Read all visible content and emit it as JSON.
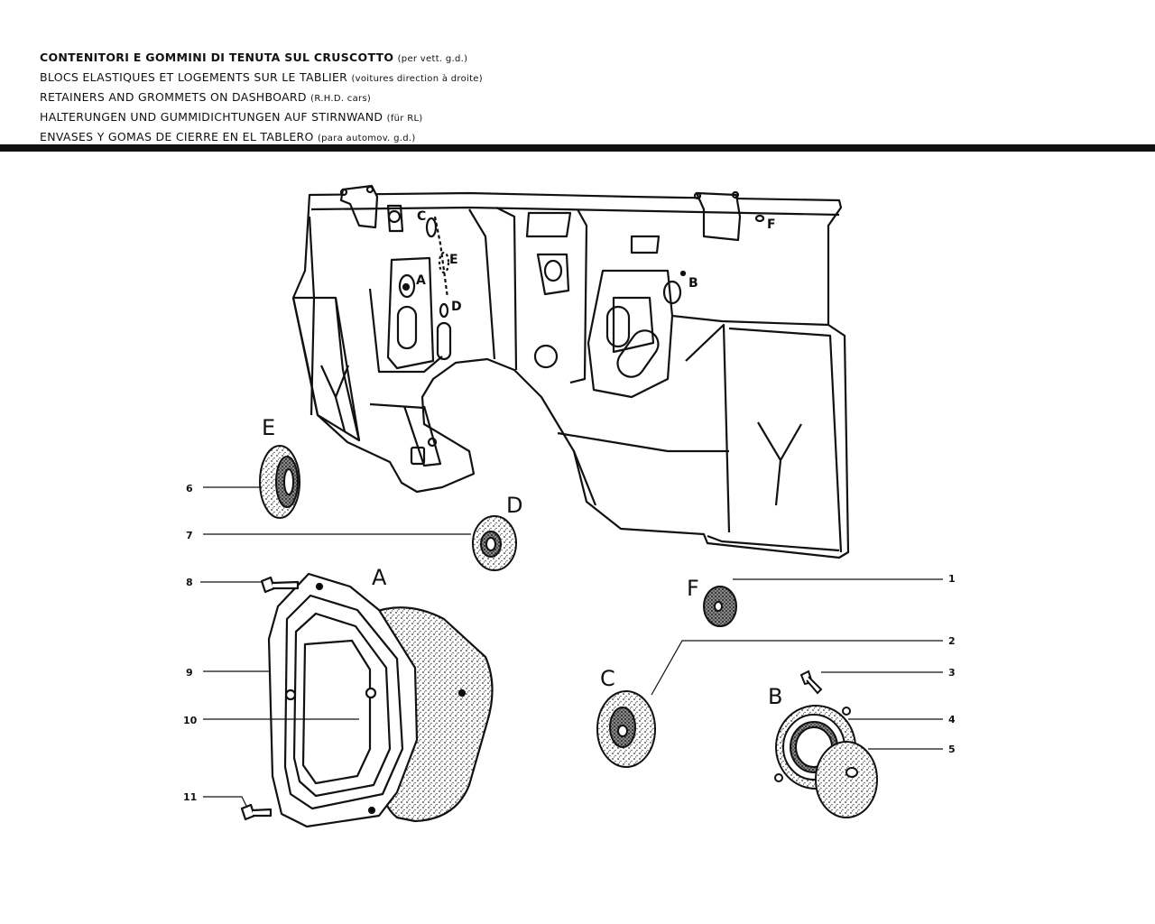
{
  "header": {
    "lines": [
      {
        "main": "CONTENITORI E GOMMINI DI TENUTA SUL CRUSCOTTO",
        "note": "(per vett. g.d.)"
      },
      {
        "main": "BLOCS ELASTIQUES ET LOGEMENTS SUR LE TABLIER",
        "note": "(voitures direction à droite)"
      },
      {
        "main": "RETAINERS AND GROMMETS ON DASHBOARD",
        "note": "(R.H.D. cars)"
      },
      {
        "main": "HALTERUNGEN UND GUMMIDICHTUNGEN AUF STIRNWAND",
        "note": "(für RL)"
      },
      {
        "main": "ENVASES Y GOMAS DE CIERRE EN EL TABLERO",
        "note": "(para automov. g.d.)"
      }
    ]
  },
  "panel_labels": {
    "c": "C",
    "e": "E",
    "a": "A",
    "d": "D",
    "b": "B",
    "f": "F"
  },
  "part_letters": {
    "e": "E",
    "d": "D",
    "a": "A",
    "f": "F",
    "c": "C",
    "b": "B"
  },
  "callouts": {
    "n1": "1",
    "n2": "2",
    "n3": "3",
    "n4": "4",
    "n5": "5",
    "n6": "6",
    "n7": "7",
    "n8": "8",
    "n9": "9",
    "n10": "10",
    "n11": "11"
  }
}
